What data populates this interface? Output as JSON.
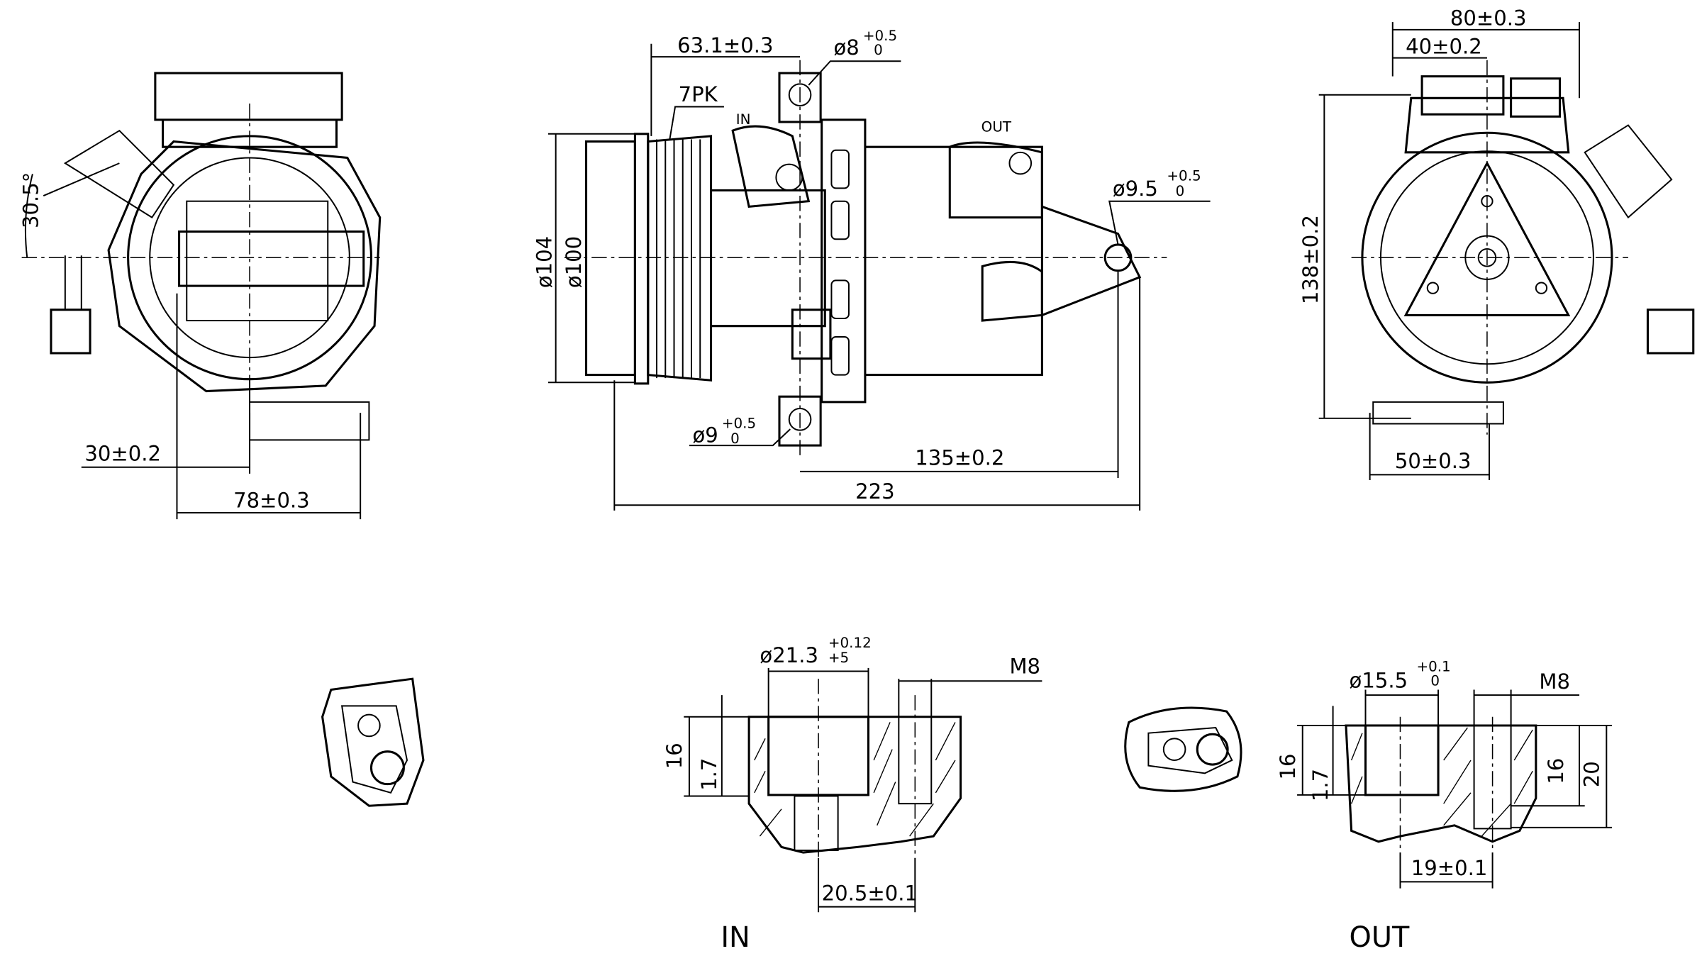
{
  "left_view": {
    "angle": "30.5°",
    "dim_30": "30±0.2",
    "dim_78": "78±0.3"
  },
  "front_view": {
    "dim_63": "63.1±0.3",
    "hole_top": {
      "main": "ø8",
      "upper": "+0.5",
      "lower": "0"
    },
    "belt": "7PK",
    "in_label": "IN",
    "out_label": "OUT",
    "hole_right": {
      "main": "ø9.5",
      "upper": "+0.5",
      "lower": "0"
    },
    "dia_104": "ø104",
    "dia_100": "ø100",
    "hole_bottom": {
      "main": "ø9",
      "upper": "+0.5",
      "lower": "0"
    },
    "dim_135": "135±0.2",
    "dim_223": "223"
  },
  "rear_view": {
    "dim_80": "80±0.3",
    "dim_40": "40±0.2",
    "dim_138": "138±0.2",
    "dim_50": "50±0.3"
  },
  "in_port": {
    "bore": {
      "main": "ø21.3",
      "upper": "+0.12",
      "lower": "+5"
    },
    "thread": "M8",
    "depth": "16",
    "chamfer": "1.7",
    "spacing": "20.5±0.1",
    "title": "IN"
  },
  "out_port": {
    "bore": {
      "main": "ø15.5",
      "upper": "+0.1",
      "lower": "0"
    },
    "thread": "M8",
    "depth": "16",
    "chamfer": "1.7",
    "thread_depth": "16",
    "boss": "20",
    "spacing": "19±0.1",
    "title": "OUT"
  }
}
